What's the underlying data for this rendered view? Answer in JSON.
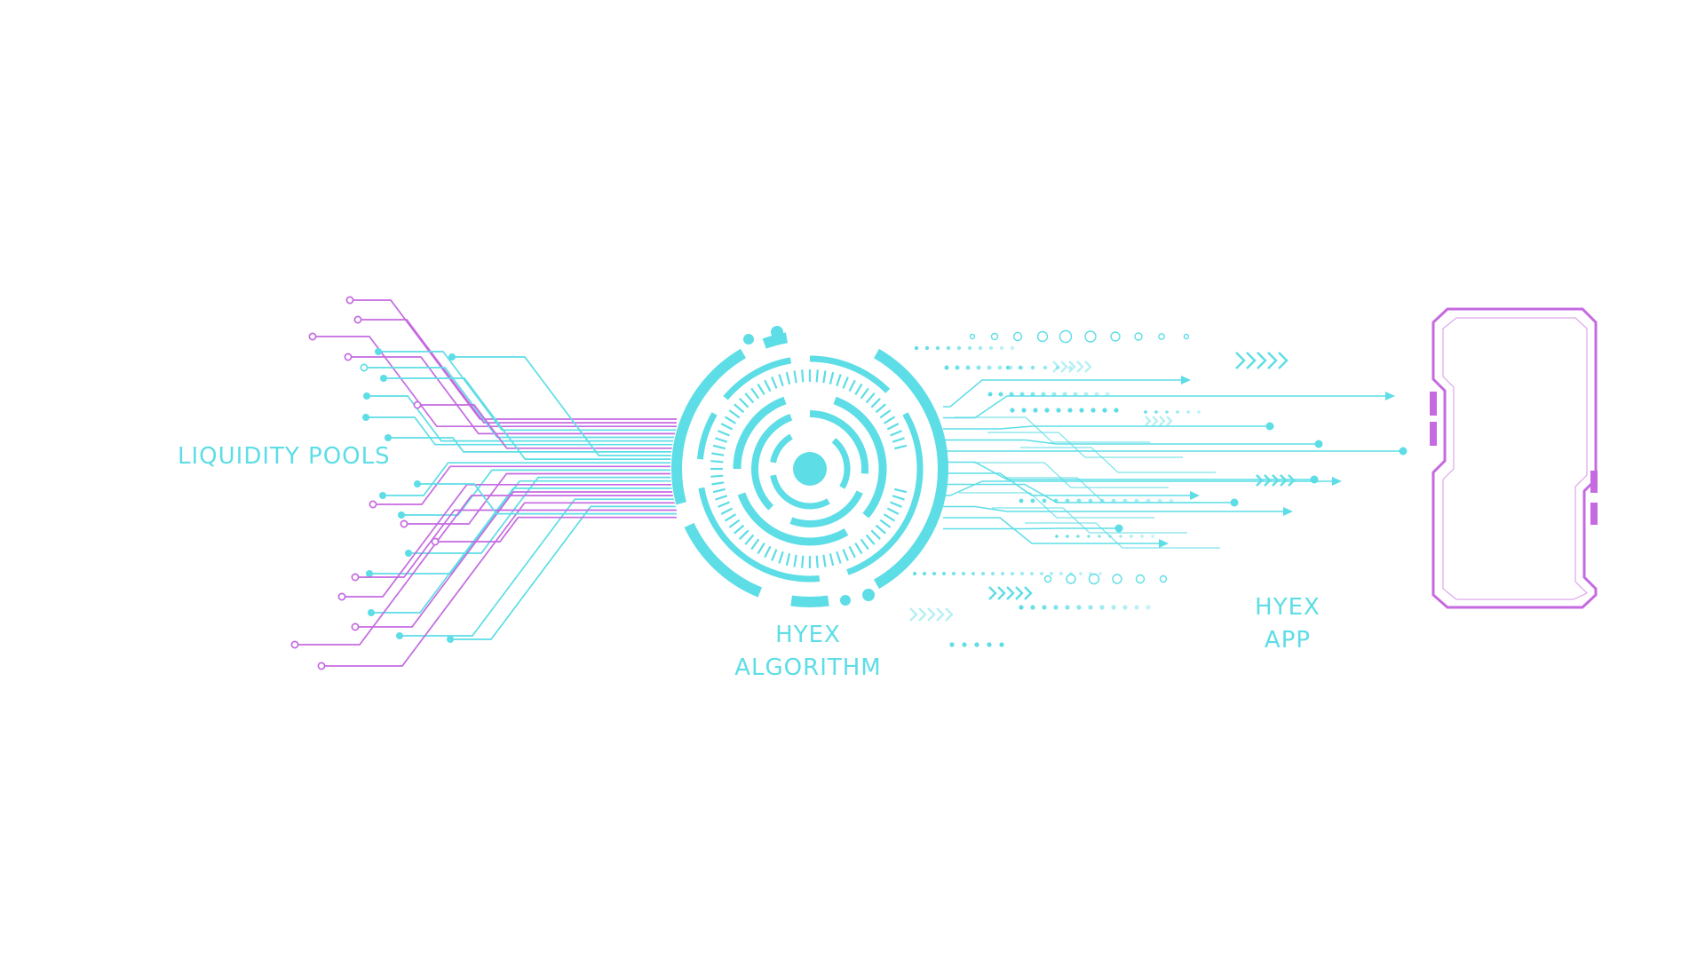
{
  "labels": {
    "liquidity_pools": "LIQUIDITY POOLS",
    "algorithm_line1": "HYEX",
    "algorithm_line2": "ALGORITHM",
    "app_line1": "HYEX",
    "app_line2": "APP"
  },
  "colors": {
    "cyan": "#5ddde6",
    "magenta": "#c56ae0",
    "background": "#ffffff"
  },
  "icons": {
    "hub": "concentric-tech-circle-icon",
    "device": "futuristic-phone-frame-icon",
    "chevrons": "chevron-right-icon",
    "arrows": "arrow-right-icon"
  }
}
